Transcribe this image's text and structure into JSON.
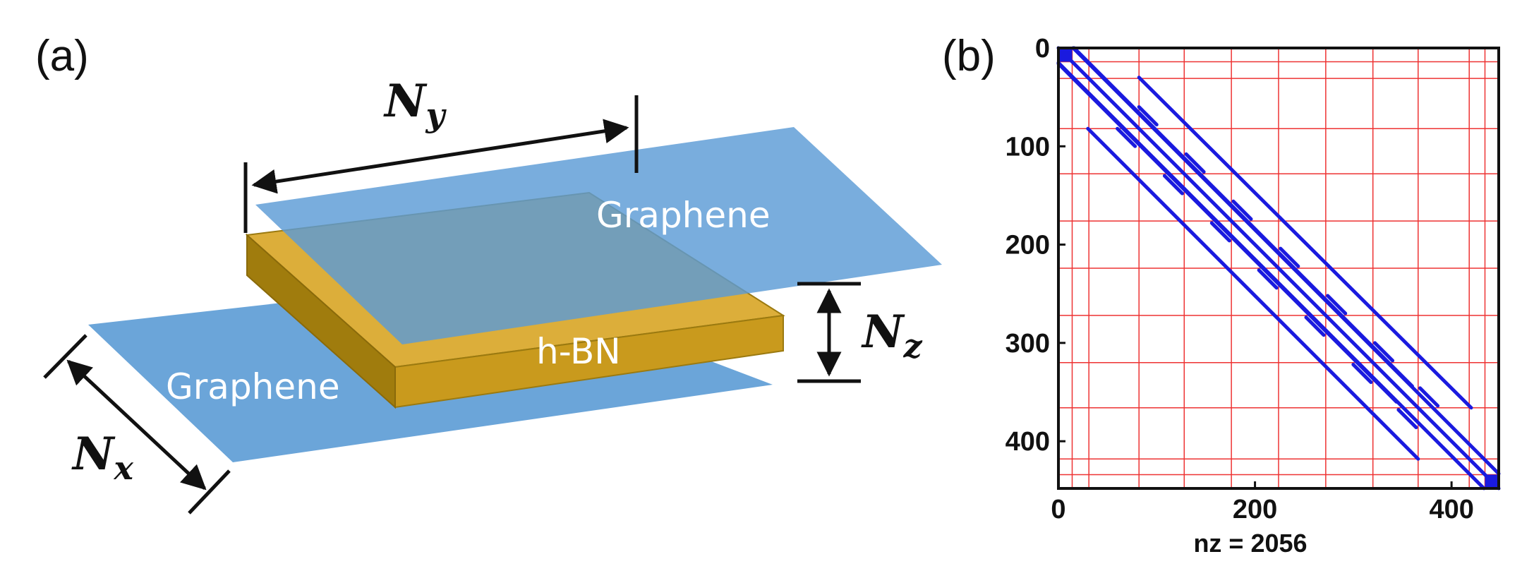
{
  "panel_a": {
    "label": "(a)",
    "top_layer": "Graphene",
    "bottom_layer": "Graphene",
    "middle_layer": "h-BN",
    "dim_x": {
      "base": "N",
      "sub": "x"
    },
    "dim_y": {
      "base": "N",
      "sub": "y"
    },
    "dim_z": {
      "base": "N",
      "sub": "z"
    },
    "colors": {
      "graphene": "#5b9bd5",
      "hbn_top": "#dcae3a",
      "hbn_side": "#b58b10"
    }
  },
  "panel_b": {
    "label": "(b)",
    "xlabel": "nz = 2056",
    "xticks": [
      0,
      200,
      400
    ],
    "yticks": [
      0,
      100,
      200,
      300,
      400
    ],
    "xlim": [
      0,
      448
    ],
    "ylim": [
      0,
      448
    ],
    "grid_lines": [
      14,
      31,
      82,
      128,
      176,
      224,
      272,
      320,
      366,
      418,
      434
    ],
    "colors": {
      "points": "#1a1adf",
      "grid": "#ee3333"
    }
  },
  "chart_data": {
    "type": "scatter",
    "title": "",
    "xlabel": "nz = 2056",
    "ylabel": "",
    "xlim": [
      0,
      448
    ],
    "ylim": [
      448,
      0
    ],
    "xticks": [
      0,
      200,
      400
    ],
    "yticks": [
      0,
      100,
      200,
      300,
      400
    ],
    "grid": true,
    "series": [
      {
        "segments": [
          [
            0,
            0,
            448,
            448
          ]
        ]
      },
      {
        "segments": [
          [
            0,
            15,
            433,
            448
          ]
        ]
      },
      {
        "segments": [
          [
            15,
            0,
            448,
            433
          ]
        ]
      },
      {
        "segments": [
          [
            16,
            0,
            360,
            344
          ]
        ]
      },
      {
        "segments": [
          [
            0,
            16,
            344,
            360
          ]
        ]
      },
      {
        "segments": [
          [
            82,
            30,
            420,
            366
          ]
        ]
      },
      {
        "segments": [
          [
            30,
            82,
            366,
            418
          ]
        ]
      },
      {
        "segments": [
          [
            82,
            60,
            100,
            78
          ],
          [
            130,
            108,
            148,
            126
          ],
          [
            178,
            156,
            196,
            174
          ],
          [
            226,
            204,
            244,
            222
          ],
          [
            274,
            252,
            292,
            270
          ],
          [
            322,
            300,
            340,
            318
          ],
          [
            368,
            346,
            386,
            364
          ]
        ]
      },
      {
        "segments": [
          [
            60,
            82,
            78,
            100
          ],
          [
            108,
            130,
            126,
            148
          ],
          [
            156,
            178,
            174,
            196
          ],
          [
            204,
            226,
            222,
            244
          ],
          [
            252,
            274,
            270,
            292
          ],
          [
            300,
            322,
            318,
            340
          ],
          [
            346,
            368,
            364,
            386
          ]
        ]
      },
      {
        "segments": [
          [
            0,
            0,
            14,
            14
          ],
          [
            434,
            434,
            448,
            448
          ]
        ],
        "note_block": true
      }
    ]
  }
}
